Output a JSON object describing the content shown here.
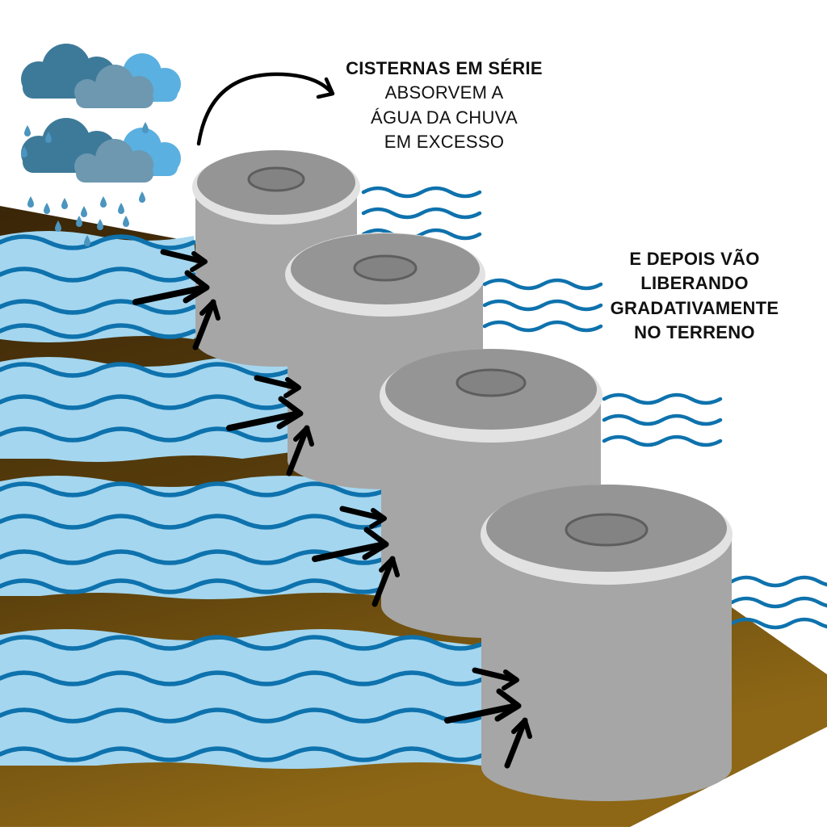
{
  "labels": {
    "cisterns_title": "CISTERNAS EM SÉRIE",
    "cisterns_line1": "ABSORVEM A",
    "cisterns_line2": "ÁGUA DA CHUVA",
    "cisterns_line3": "EM EXCESSO",
    "release_line1": "E DEPOIS VÃO",
    "release_line2": "LIBERANDO",
    "release_line3": "GRADATIVAMENTE",
    "release_line4": "NO TERRENO"
  },
  "colors": {
    "soil_dark": "#3f2a0a",
    "soil_mid": "#5a3f0c",
    "soil_light": "#8a6418",
    "water_light": "#a4d6ef",
    "water_line": "#0e72ad",
    "cistern_body": "#a6a6a6",
    "cistern_top": "#959595",
    "cistern_rim": "#e2e2e2",
    "cloud_dark": "#3d7a99",
    "cloud_light": "#5ab0e0",
    "cloud_grey": "#6d98b0",
    "arrow": "#000000"
  },
  "icons": {
    "rain": "rain-cloud-icon",
    "flow": "flow-arrow-icon",
    "curved": "curved-arrow-icon"
  }
}
